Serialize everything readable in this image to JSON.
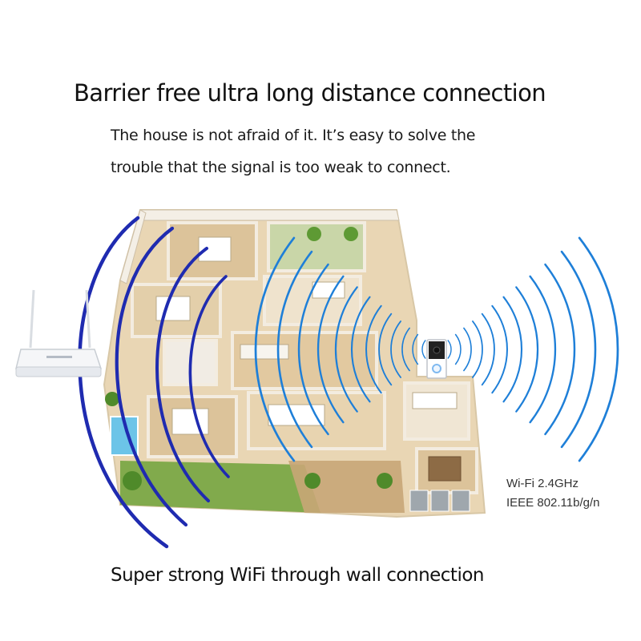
{
  "headline": "Barrier free ultra long distance connection",
  "subtext": {
    "line1": "The house is not afraid of it. It’s easy to solve the",
    "line2": "trouble that the signal is too weak to connect."
  },
  "footer": "Super strong WiFi through wall connection",
  "specs": {
    "frequency": "Wi-Fi 2.4GHz",
    "standard": "IEEE 802.11b/g/n"
  },
  "colors": {
    "router_wave": "#1f2bb0",
    "doorbell_wave": "#1e7fd8",
    "floor": "#e9d6b4",
    "wall": "#f4efe6",
    "grass": "#6fa23a",
    "pool": "#6cc4e8"
  },
  "icons": {
    "router": "wifi-router-icon",
    "doorbell": "video-doorbell-icon"
  }
}
